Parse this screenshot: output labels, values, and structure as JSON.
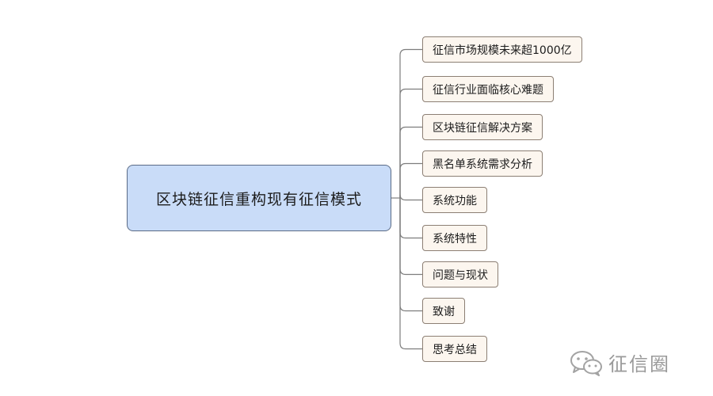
{
  "root": {
    "label": "区块链征信重构现有征信模式"
  },
  "branches": [
    {
      "label": "征信市场规模未来超1000亿"
    },
    {
      "label": "征信行业面临核心难题"
    },
    {
      "label": "区块链征信解决方案"
    },
    {
      "label": "黑名单系统需求分析"
    },
    {
      "label": "系统功能"
    },
    {
      "label": "系统特性"
    },
    {
      "label": "问题与现状"
    },
    {
      "label": "致谢"
    },
    {
      "label": "思考总结"
    }
  ],
  "watermark": {
    "text": "征信圈",
    "icon": "wechat-icon"
  },
  "colors": {
    "root_fill": "#c9dcf8",
    "root_border": "#5a6b86",
    "branch_fill": "#fcf6ef",
    "branch_border": "#8c7f74",
    "connector": "#7d7d7d"
  }
}
